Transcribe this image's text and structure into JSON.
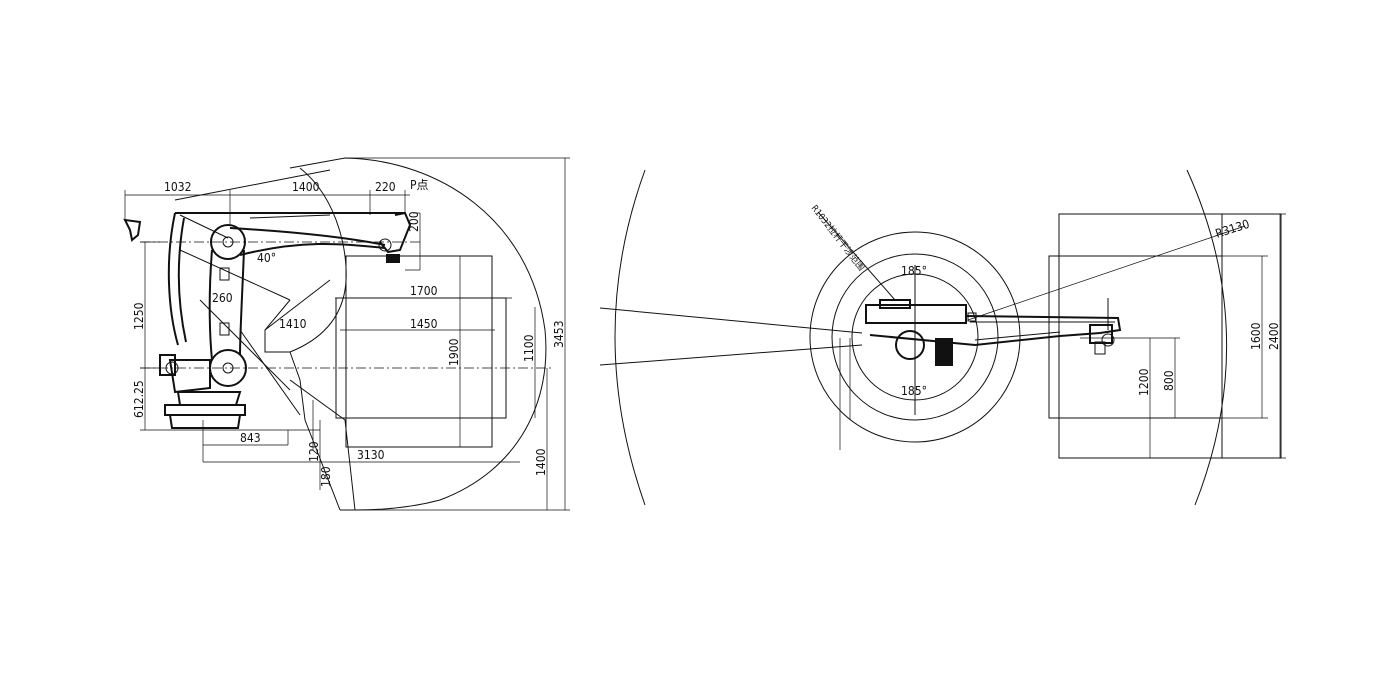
{
  "side_view": {
    "dims": {
      "d1032": "1032",
      "d1400_top": "1400",
      "d220": "220",
      "p_point": "P点",
      "d200": "200",
      "angle40": "40°",
      "d260": "260",
      "d1410": "1410",
      "d1700": "1700",
      "d1450": "1450",
      "d1900": "1900",
      "d1100": "1100",
      "d3453": "3453",
      "d1250": "1250",
      "d612": "612.25",
      "d843": "843",
      "d120": "120",
      "d180": "180",
      "d3130": "3130",
      "d1400_right": "1400"
    }
  },
  "top_view": {
    "dims": {
      "r1032_label": "R1032拉杆干涉范围",
      "angle_top": "185°",
      "angle_bottom": "185°",
      "r3130": "R3130",
      "d1600": "1600",
      "d2400": "2400",
      "d1200": "1200",
      "d800": "800"
    }
  }
}
